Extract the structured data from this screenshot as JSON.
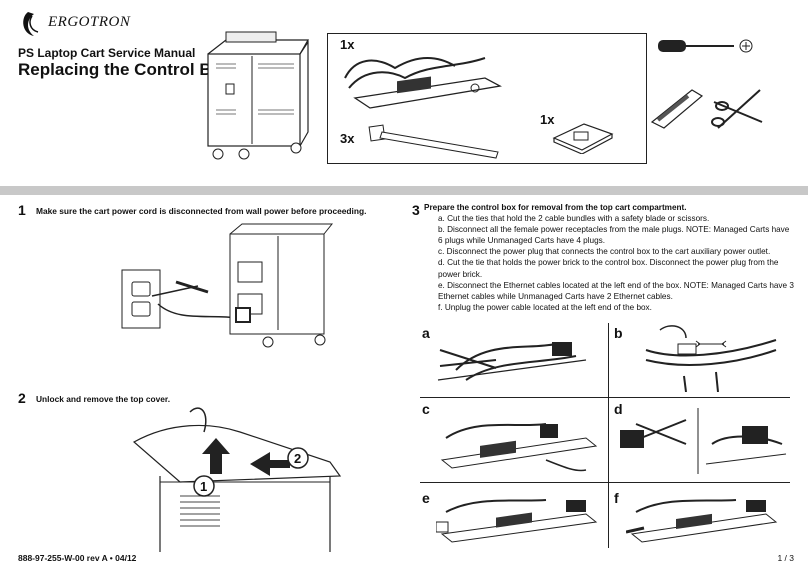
{
  "header": {
    "logo_text": "ERGOTRON",
    "manual_title": "PS Laptop Cart Service Manual",
    "page_title": "Replacing the Control Box"
  },
  "parts": {
    "control_box_qty": "1x",
    "cable_tie_qty": "3x",
    "tie_mount_qty": "1x"
  },
  "steps": [
    {
      "number": "1",
      "text": "Make sure the cart power cord is disconnected from wall power before proceeding."
    },
    {
      "number": "2",
      "text": "Unlock and remove the top cover."
    },
    {
      "number": "3",
      "text": "Prepare the control box for removal from the top cart compartment."
    }
  ],
  "step3_items": [
    "a. Cut the ties that hold the 2 cable bundles with a safety blade or scissors.",
    "b. Disconnect all the female power receptacles from the male plugs. NOTE: Managed Carts have 6 plugs while Unmanaged Carts have 4 plugs.",
    "c. Disconnect the power plug that connects the control box to the cart auxiliary power outlet.",
    "d. Cut the tie that holds the power brick to the control box. Disconnect the power plug from the power brick.",
    "e. Disconnect the Ethernet cables located at the left end of the box. NOTE: Managed Carts have 3 Ethernet cables while Unmanaged Carts have 2 Ethernet cables.",
    "f. Unplug the power cable located at the left end of the box."
  ],
  "panels": [
    "a",
    "b",
    "c",
    "d",
    "e",
    "f"
  ],
  "callouts": [
    "1",
    "2"
  ],
  "footer": {
    "doc_number": "888-97-255-W-00 rev A • 04/12",
    "page": "1 / 3"
  }
}
